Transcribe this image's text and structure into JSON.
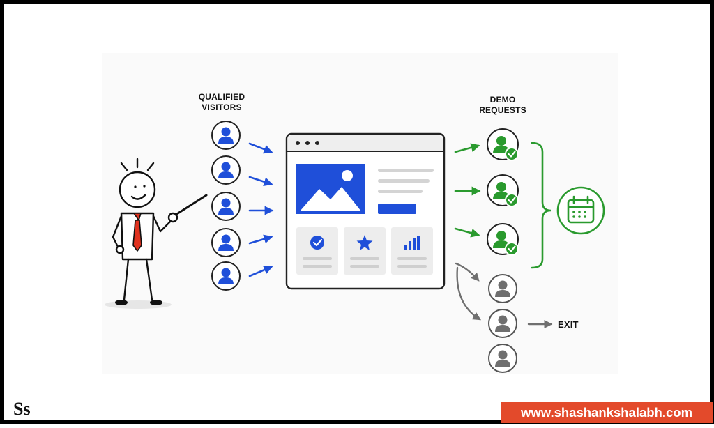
{
  "labels": {
    "qualified_line1": "QUALIFIED",
    "qualified_line2": "VISITORS",
    "demo_line1": "DEMO",
    "demo_line2": "REQUESTS",
    "exit": "EXIT"
  },
  "branding": {
    "logo_text": "Ss",
    "url": "www.shashankshalabh.com"
  },
  "colors": {
    "visitor_blue": "#1f4fd9",
    "demo_green": "#2a9a2e",
    "exit_gray": "#6f6f6f",
    "tie_red": "#e0321f",
    "banner_orange": "#e34a2b"
  },
  "groups": {
    "qualified_visitors": 5,
    "demo_requests": 3,
    "exits": 3
  },
  "icons": [
    "user-icon",
    "checkmark-badge-icon",
    "calendar-icon",
    "image-icon",
    "check-circle-icon",
    "star-icon",
    "bar-chart-icon",
    "arrow-icon"
  ]
}
